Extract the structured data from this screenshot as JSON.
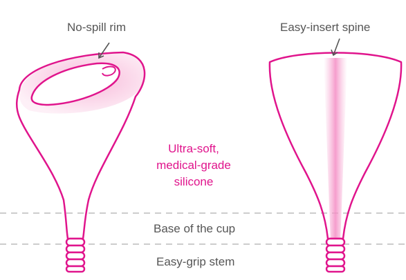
{
  "labels": {
    "rim": "No-spill rim",
    "spine": "Easy-insert spine",
    "material_line1": "Ultra-soft,",
    "material_line2": "medical-grade",
    "material_line3": "silicone",
    "base": "Base of the cup",
    "stem": "Easy-grip stem"
  },
  "colors": {
    "outline": "#e0148c",
    "highlight": "#f7b3d6",
    "text_dark": "#555555",
    "dashed_line": "#bbbbbb",
    "background": "#ffffff"
  }
}
